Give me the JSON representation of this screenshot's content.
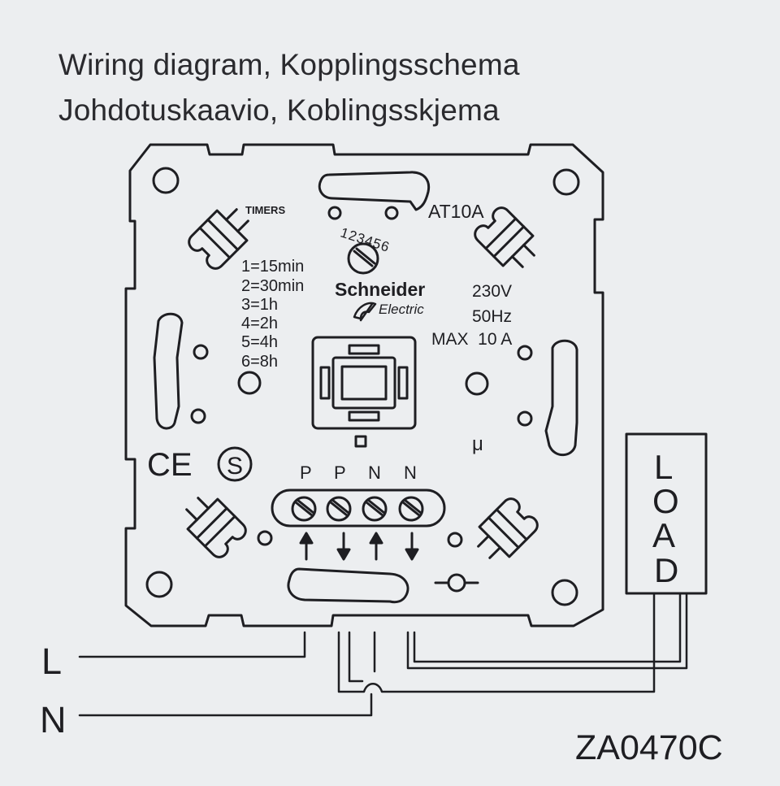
{
  "header": {
    "title_line1": "Wiring diagram, Kopplingsschema",
    "title_line2": "Johdotuskaavio, Koblingsskjema"
  },
  "device": {
    "timers_label": "TIMERS",
    "dial_numbers": "123456",
    "timer_settings": [
      "1=15min",
      "2=30min",
      "3=1h",
      "4=2h",
      "5=4h",
      "6=8h"
    ],
    "fuse": "AT10A",
    "brand_line1": "Schneider",
    "brand_line2": "Electric",
    "voltage": "230V",
    "frequency": "50Hz",
    "max_current": "MAX  10 A",
    "mu_symbol": "μ",
    "ce_mark": "CE",
    "s_mark": "S",
    "terminals": [
      "P",
      "P",
      "N",
      "N"
    ]
  },
  "load": {
    "label": "LOAD"
  },
  "lines": {
    "live": "L",
    "neutral": "N"
  },
  "footer": {
    "code": "ZA0470C"
  }
}
